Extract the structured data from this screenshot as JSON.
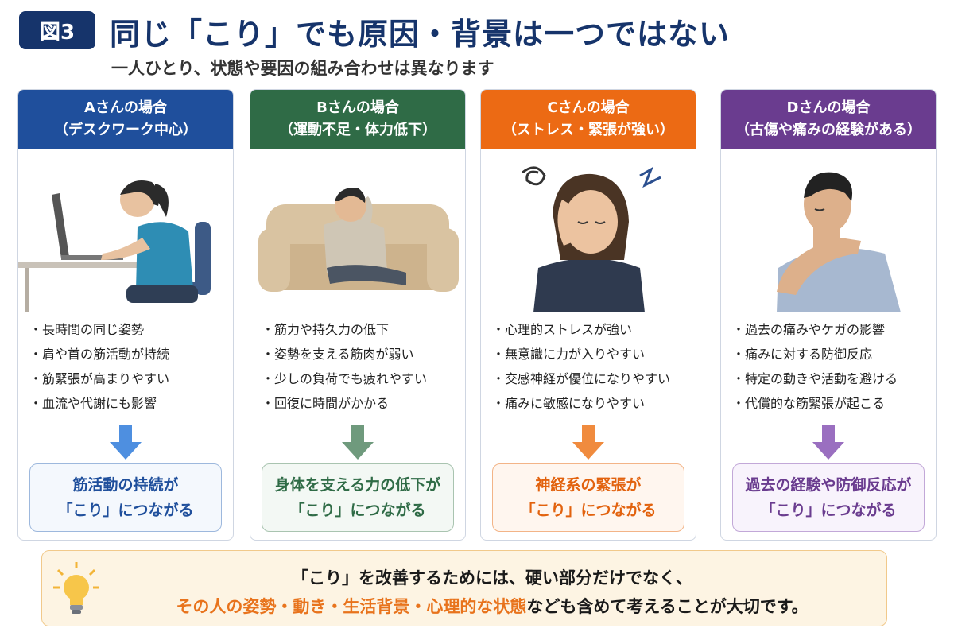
{
  "header": {
    "badge": "図3",
    "title": "同じ「こり」でも原因・背景は一つではない",
    "subtitle": "一人ひとり、状態や要因の組み合わせは異なります"
  },
  "colors": {
    "navy": "#16346b",
    "a": "#1f4f9c",
    "b": "#2f6b46",
    "c": "#ec6a14",
    "d": "#6a3c8f",
    "footer_bg": "#fdf4e3",
    "footer_highlight": "#e8731c"
  },
  "cards": [
    {
      "head_line1": "Aさんの場合",
      "head_line2": "（デスクワーク中心）",
      "points": [
        "長時間の同じ姿勢",
        "肩や首の筋活動が持続",
        "筋緊張が高まりやすい",
        "血流や代謝にも影響"
      ],
      "result_line1": "筋活動の持続が",
      "result_line2": "「こり」につながる"
    },
    {
      "head_line1": "Bさんの場合",
      "head_line2": "（運動不足・体力低下）",
      "points": [
        "筋力や持久力の低下",
        "姿勢を支える筋肉が弱い",
        "少しの負荷でも疲れやすい",
        "回復に時間がかかる"
      ],
      "result_line1": "身体を支える力の低下が",
      "result_line2": "「こり」につながる"
    },
    {
      "head_line1": "Cさんの場合",
      "head_line2": "（ストレス・緊張が強い）",
      "points": [
        "心理的ストレスが強い",
        "無意識に力が入りやすい",
        "交感神経が優位になりやすい",
        "痛みに敏感になりやすい"
      ],
      "result_line1": "神経系の緊張が",
      "result_line2": "「こり」につながる"
    },
    {
      "head_line1": "Dさんの場合",
      "head_line2": "（古傷や痛みの経験がある）",
      "points": [
        "過去の痛みやケガの影響",
        "痛みに対する防御反応",
        "特定の動きや活動を避ける",
        "代償的な筋緊張が起こる"
      ],
      "result_line1": "過去の経験や防御反応が",
      "result_line2": "「こり」につながる"
    }
  ],
  "footer": {
    "icon": "lightbulb-icon",
    "line1": "「こり」を改善するためには、硬い部分だけでなく、",
    "line2_highlight": "その人の姿勢・動き・生活背景・心理的な状態",
    "line2_rest": "なども含めて考えることが大切です。"
  }
}
